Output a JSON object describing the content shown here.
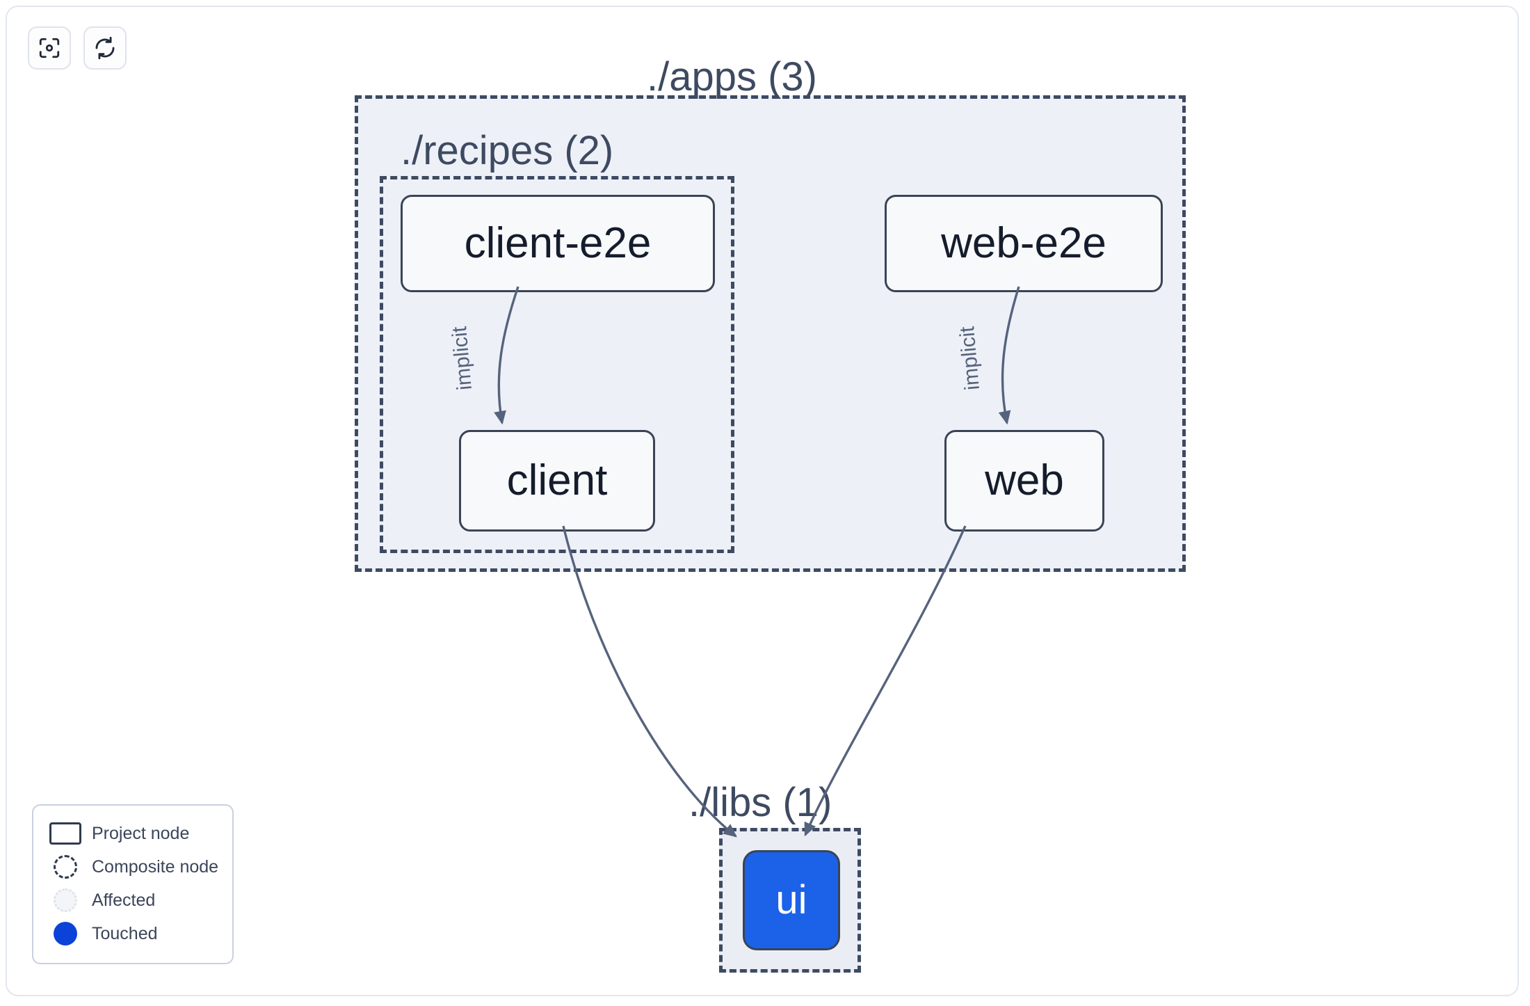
{
  "toolbar": {
    "buttons": [
      {
        "name": "focus-graph-button",
        "icon": "focus-target-icon",
        "label": ""
      },
      {
        "name": "refresh-graph-button",
        "icon": "refresh-sync-icon",
        "label": ""
      }
    ]
  },
  "graph": {
    "groups": [
      {
        "id": "apps",
        "label": "./apps (3)",
        "count": 3,
        "style": "composite-dashed",
        "fill": "#edf1f7"
      },
      {
        "id": "recipes",
        "label": "./recipes (2)",
        "count": 2,
        "style": "composite-dashed",
        "fill": "transparent"
      },
      {
        "id": "libs",
        "label": "./libs (1)",
        "count": 1,
        "style": "composite-dashed",
        "fill": "#eaeef4"
      }
    ],
    "nodes": [
      {
        "id": "client-e2e",
        "label": "client-e2e",
        "group": "recipes",
        "state": "project"
      },
      {
        "id": "client",
        "label": "client",
        "group": "recipes",
        "state": "project"
      },
      {
        "id": "web-e2e",
        "label": "web-e2e",
        "group": "apps",
        "state": "project"
      },
      {
        "id": "web",
        "label": "web",
        "group": "apps",
        "state": "project"
      },
      {
        "id": "ui",
        "label": "ui",
        "group": "libs",
        "state": "touched"
      }
    ],
    "edges": [
      {
        "from": "client-e2e",
        "to": "client",
        "label": "implicit"
      },
      {
        "from": "web-e2e",
        "to": "web",
        "label": "implicit"
      },
      {
        "from": "client",
        "to": "ui",
        "label": ""
      },
      {
        "from": "web",
        "to": "ui",
        "label": ""
      }
    ]
  },
  "legend": {
    "items": [
      {
        "swatch": "project-node-swatch",
        "label": "Project node"
      },
      {
        "swatch": "composite-node-swatch",
        "label": "Composite node"
      },
      {
        "swatch": "affected-swatch",
        "label": "Affected"
      },
      {
        "swatch": "touched-swatch",
        "label": "Touched"
      }
    ]
  },
  "colors": {
    "touched": "#1b62e8",
    "legend_touched": "#0b43d8",
    "node_border": "#3a4456",
    "group_border": "#3e4a61",
    "group_fill": "#edf1f7",
    "edge": "#56637d",
    "text": "#151c2c"
  }
}
